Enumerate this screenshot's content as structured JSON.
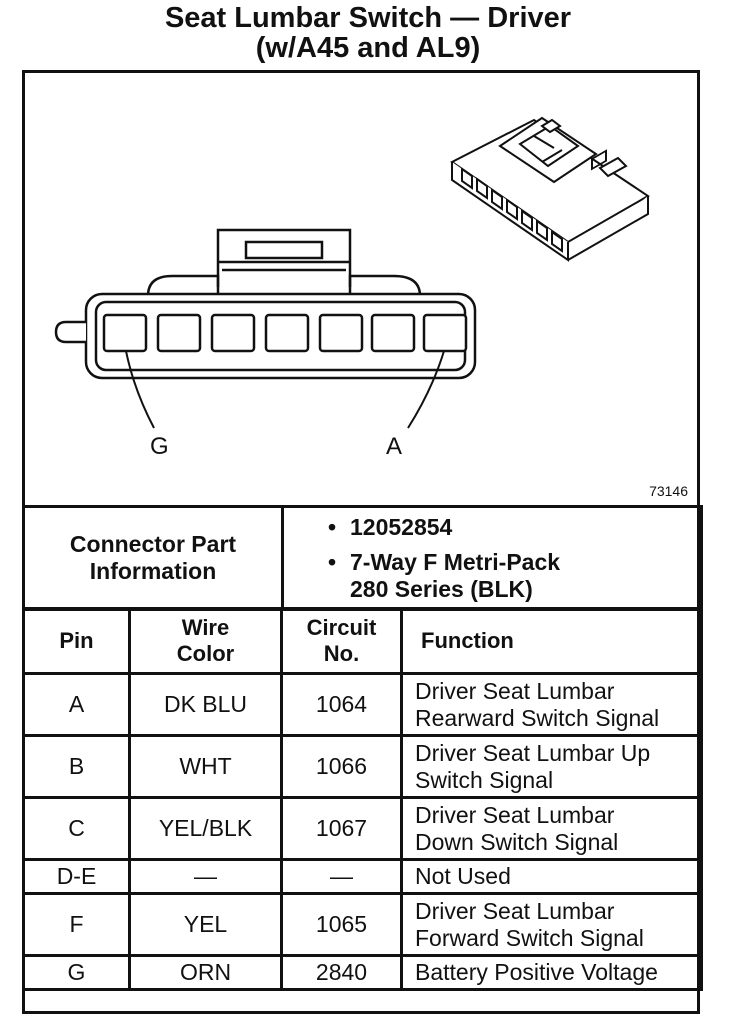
{
  "title": {
    "line1": "Seat Lumbar Switch — Driver",
    "line2": "(w/A45 and AL9)"
  },
  "diagram": {
    "label_left": "G",
    "label_right": "A",
    "figure_number": "73146"
  },
  "connector_info": {
    "label": "Connector Part Information",
    "items": [
      "12052854",
      "7-Way F Metri-Pack 280 Series (BLK)"
    ]
  },
  "pin_table": {
    "headers": {
      "pin": "Pin",
      "wire_color": "Wire Color",
      "circuit": "Circuit No.",
      "function": "Function"
    },
    "rows": [
      {
        "pin": "A",
        "wire": "DK BLU",
        "circuit": "1064",
        "function": "Driver Seat Lumbar Rearward Switch Signal"
      },
      {
        "pin": "B",
        "wire": "WHT",
        "circuit": "1066",
        "function": "Driver Seat Lumbar Up Switch Signal"
      },
      {
        "pin": "C",
        "wire": "YEL/BLK",
        "circuit": "1067",
        "function": "Driver Seat Lumbar Down Switch Signal"
      },
      {
        "pin": "D-E",
        "wire": "—",
        "circuit": "—",
        "function": "Not Used"
      },
      {
        "pin": "F",
        "wire": "YEL",
        "circuit": "1065",
        "function": "Driver Seat Lumbar Forward Switch Signal"
      },
      {
        "pin": "G",
        "wire": "ORN",
        "circuit": "2840",
        "function": "Battery Positive Voltage"
      }
    ]
  }
}
